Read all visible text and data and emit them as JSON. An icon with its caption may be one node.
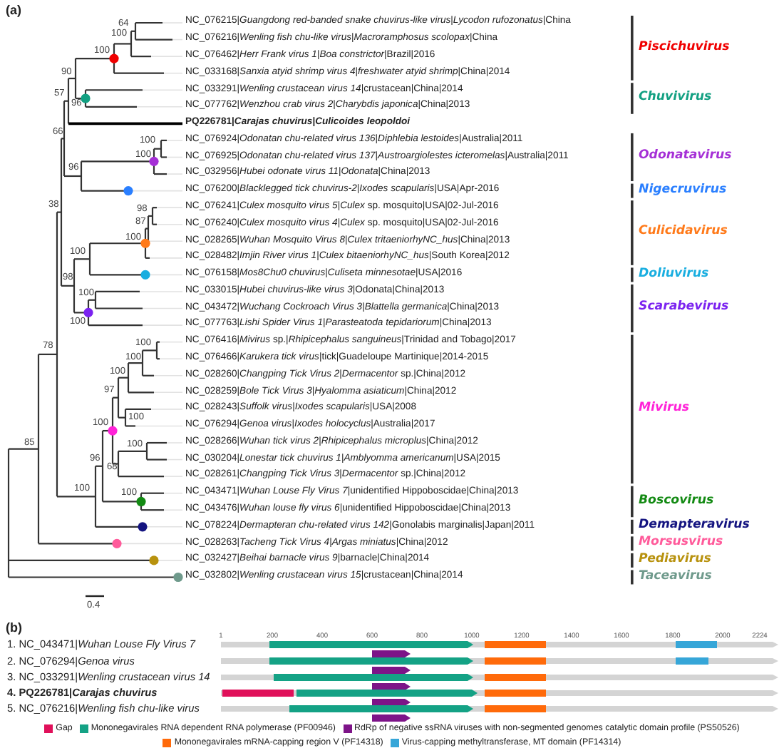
{
  "diagram": {
    "labels": [
      "(a)",
      "NC_076215|*Guangdong red-banded snake chuvirus-like virus*|*Lycodon rufozonatus*|China",
      "NC_076216|*Wenling fish chu-like virus*|*Macroramphosus scolopax*|China",
      "NC_076462|*Herr Frank virus 1*|*Boa constrictor*|Brazil|2016",
      "NC_033168|*Sanxia atyid shrimp virus 4*|*freshwater atyid shrimp*|China|2014",
      "NC_033291|*Wenling crustacean virus 14*|crustacean|China|2014",
      "NC_077762|*Wenzhou crab virus 2*|*Charybdis japonica*|China|2013",
      "PQ226781|*Carajas chuvirus*|*Culicoides leopoldoi*",
      "NC_076924|*Odonatan chu-related virus 136*|*Diphlebia lestoides*|Australia|2011",
      "NC_076925|*Odonatan chu-related virus 137*|*Austroargiolestes icteromelas*|Australia|2011",
      "NC_032956|*Hubei odonate virus 11*|*Odonata*|China|2013",
      "NC_076200|*Blacklegged tick chuvirus-2*|*Ixodes scapularis*|USA|Apr-2016",
      "NC_076241|*Culex mosquito virus 5*|*Culex* sp. mosquito|USA|02-Jul-2016",
      "NC_076240|*Culex mosquito virus 4*|*Culex* sp. mosquito|USA|02-Jul-2016",
      "NC_028265|*Wuhan Mosquito Virus 8*|*Culex tritaeniorhyNC_hus*|China|2013",
      "NC_028482|*Imjin River virus 1*|*Culex bitaeniorhyNC_hus*|South Korea|2012",
      "NC_076158|*Mos8Chu0 chuvirus*|*Culiseta minnesotae*|USA|2016",
      "NC_033015|*Hubei chuvirus-like virus 3*|Odonata|China|2013",
      "NC_043472|*Wuchang Cockroach Virus 3*|*Blattella germanica*|China|2013",
      "NC_077763|*Lishi Spider Virus 1*|*Parasteatoda tepidariorum*|China|2013",
      "NC_076416|*Mivirus* sp.|*Rhipicephalus sanguineus*|Trinidad and Tobago|2017",
      "NC_076466|*Karukera tick virus*|tick|Guadeloupe Martinique|2014-2015",
      "NC_028260|*Changping Tick Virus 2*|*Dermacentor* sp.|China|2012",
      "NC_028259|*Bole Tick Virus 3*|*Hyalomma asiaticum*|China|2012",
      "NC_028243|*Suffolk virus*|*Ixodes scapularis*|USA|2008",
      "NC_076294|*Genoa virus*|*Ixodes holocyclus*|Australia|2017",
      "NC_028266|*Wuhan tick virus 2*|*Rhipicephalus microplus*|China|2012",
      "NC_030204|*Lonestar tick chuvirus 1*|*Amblyomma americanum*|USA|2015",
      "NC_028261|*Changping Tick Virus 3*|*Dermacentor* sp.|China|2012",
      "NC_043471|*Wuhan Louse Fly Virus 7*|unidentified Hippoboscidae|China|2013",
      "NC_043476|*Wuhan louse fly virus 6*|unidentified Hippoboscidae|China|2013",
      "NC_078224|*Dermapteran chu-related virus 142*|Gonolabis marginalis|Japan|2011",
      "NC_028263|*Tacheng Tick Virus 4*|*Argas miniatus*|China|2012",
      "NC_032427|*Beihai barnacle virus 9*|barnacle|China|2014",
      "NC_032802|*Wenling crustacean virus 15*|crustacean|China|2014",
      "Piscichuvirus",
      "Chuvivirus",
      "Odonatavirus",
      "Nigecruvirus",
      "Culicidavirus",
      "Doliuvirus",
      "Scarabevirus",
      "Mivirus",
      "Boscovirus",
      "Demapteravirus",
      "Morsusvirus",
      "Pediavirus",
      "Taceavirus",
      "64",
      "100",
      "100",
      "90",
      "57",
      "96",
      "66",
      "100",
      "100",
      "96",
      "38",
      "98",
      "87",
      "100",
      "100",
      "98",
      "100",
      "100",
      "78",
      "100",
      "100",
      "100",
      "97",
      "100",
      "100",
      "85",
      "100",
      "96",
      "68",
      "100",
      "100",
      "0.4",
      "(b)",
      "1",
      "200",
      "400",
      "600",
      "800",
      "1000",
      "1200",
      "1400",
      "1600",
      "1800",
      "2000",
      "2224",
      "1. NC_043471|*Wuhan Louse Fly Virus 7*",
      "2. NC_076294|*Genoa virus*",
      "3. NC_033291|*Wenling crustacean virus 14*",
      "4. PQ226781|*Carajas chuvirus*",
      "5. NC_076216|*Wenling fish chu-like virus*"
    ],
    "legend": [
      {
        "text": "Gap",
        "color": "#e0105a"
      },
      {
        "text": "Mononegavirales RNA dependent RNA polymerase (PF00946)",
        "color": "#14a285"
      },
      {
        "text": "RdRp of negative ssRNA viruses with non-segmented genomes catalytic domain profile (PS50526)",
        "color": "#7d1488"
      },
      {
        "text": "Mononegavirales mRNA-capping region V (PF14318)",
        "color": "#ff6a0a"
      },
      {
        "text": "Virus-capping methyltransferase, MT domain (PF14314)",
        "color": "#36a6d8"
      }
    ]
  }
}
